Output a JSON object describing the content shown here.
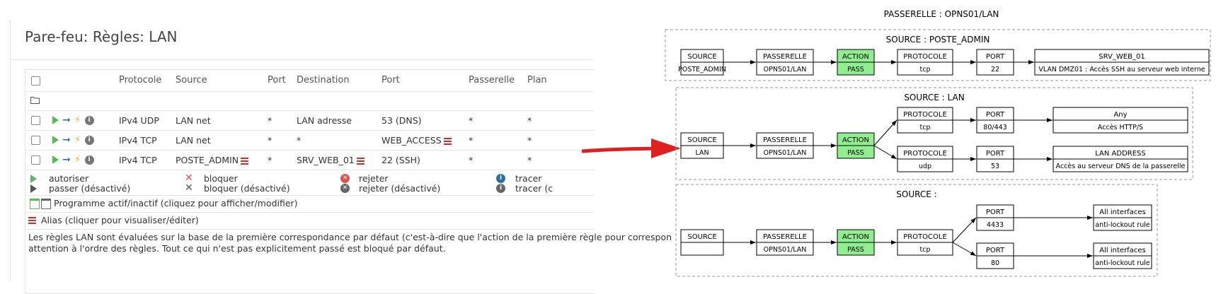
{
  "firewall": {
    "title": "Pare-feu: Règles: LAN",
    "columns": [
      "Protocole",
      "Source",
      "Port",
      "Destination",
      "Port",
      "Passerelle",
      "Plan"
    ],
    "rules": [
      {
        "protocol": "IPv4 UDP",
        "source": "LAN net",
        "src_port": "*",
        "destination": "LAN adresse",
        "dst_port": "53 (DNS)",
        "gateway": "*",
        "schedule": "*"
      },
      {
        "protocol": "IPv4 TCP",
        "source": "LAN net",
        "src_port": "*",
        "destination": "*",
        "dst_port": "WEB_ACCESS",
        "gateway": "*",
        "schedule": "*"
      },
      {
        "protocol": "IPv4 TCP",
        "source": "POSTE_ADMIN",
        "src_port": "*",
        "destination": "SRV_WEB_01",
        "dst_port": "22 (SSH)",
        "gateway": "*",
        "schedule": "*"
      }
    ],
    "legend": {
      "pass": "autoriser",
      "pass_disabled": "passer (désactivé)",
      "block": "bloquer",
      "block_disabled": "bloquer (désactivé)",
      "reject": "rejeter",
      "reject_disabled": "rejeter (désactivé)",
      "log": "tracer",
      "log_disabled": "tracer (c"
    },
    "schedule_note": "Programme actif/inactif (cliquez pour afficher/modifier)",
    "alias_note": "Alias (cliquer pour visualiser/éditer)",
    "footer_line1": "Les règles LAN sont évaluées sur la base de la première correspondance par défaut (c'est-à-dire que l'action de la première règle pour correspon",
    "footer_line2": "attention à l'ordre des règles. Tout ce qui n'est pas explicitement passé est bloqué par défaut.",
    "colors": {
      "pass": "#5cb85c",
      "alias": "#c9302c",
      "info": "#2a6ea6",
      "warning": "#f0ad4e"
    },
    "icons": [
      "checkbox",
      "folder-icon",
      "play-icon",
      "arrow-right-icon",
      "bolt-icon",
      "info-icon",
      "alias-list-icon",
      "calendar-icon",
      "x-icon"
    ]
  },
  "arrow": {
    "color": "#e02020"
  },
  "diagram": {
    "title": "PASSERELLE : OPNS01/LAN",
    "action_color": "#90ee90",
    "groups": [
      {
        "title": "SOURCE : POSTE_ADMIN",
        "source": {
          "label": "SOURCE",
          "value": "POSTE_ADMIN"
        },
        "gateway": {
          "label": "PASSERELLE",
          "value": "OPNS01/LAN"
        },
        "action": {
          "label": "ACTION",
          "value": "PASS"
        },
        "branches": [
          {
            "protocol": {
              "label": "PROTOCOLE",
              "value": "tcp"
            },
            "ports": [
              {
                "label": "PORT",
                "value": "22",
                "dest": {
                  "label": "SRV_WEB_01",
                  "value": "VLAN DMZ01 : Accès SSH au serveur web interne"
                }
              }
            ]
          }
        ]
      },
      {
        "title": "SOURCE : LAN",
        "source": {
          "label": "SOURCE",
          "value": "LAN"
        },
        "gateway": {
          "label": "PASSERELLE",
          "value": "OPNS01/LAN"
        },
        "action": {
          "label": "ACTION",
          "value": "PASS"
        },
        "branches": [
          {
            "protocol": {
              "label": "PROTOCOLE",
              "value": "tcp"
            },
            "ports": [
              {
                "label": "PORT",
                "value": "80/443",
                "dest": {
                  "label": "Any",
                  "value": "Accès HTTP/S"
                }
              }
            ]
          },
          {
            "protocol": {
              "label": "PROTOCOLE",
              "value": "udp"
            },
            "ports": [
              {
                "label": "PORT",
                "value": "53",
                "dest": {
                  "label": "LAN ADDRESS",
                  "value": "Accès au serveur DNS de la passerelle"
                }
              }
            ]
          }
        ]
      },
      {
        "title": "SOURCE :",
        "source": {
          "label": "SOURCE",
          "value": ""
        },
        "gateway": {
          "label": "PASSERELLE",
          "value": "OPNS01/LAN"
        },
        "action": {
          "label": "ACTION",
          "value": "PASS"
        },
        "branches": [
          {
            "protocol": {
              "label": "PROTOCOLE",
              "value": "tcp"
            },
            "ports": [
              {
                "label": "PORT",
                "value": "4433",
                "dest": {
                  "label": "All interfaces",
                  "value": "anti-lockout rule"
                }
              },
              {
                "label": "PORT",
                "value": "80",
                "dest": {
                  "label": "All interfaces",
                  "value": "anti-lockout rule"
                }
              }
            ]
          }
        ]
      }
    ]
  }
}
